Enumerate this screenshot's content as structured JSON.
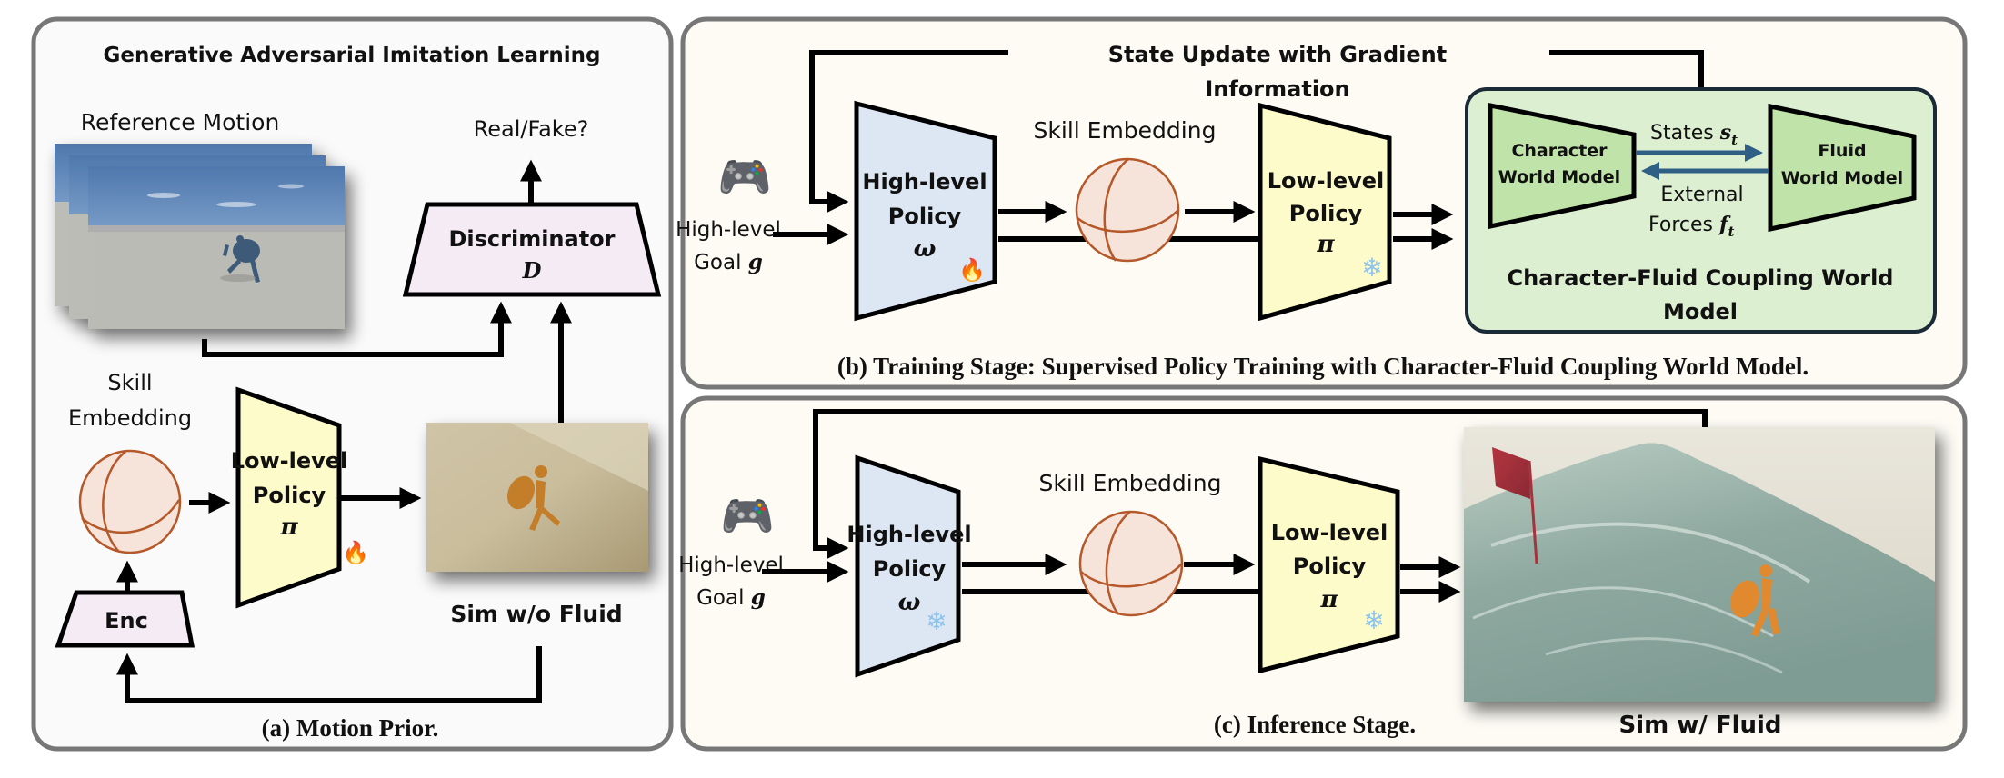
{
  "figure": {
    "panel_a": {
      "heading": "Generative Adversarial Imitation Learning",
      "reference_motion_label": "Reference Motion",
      "real_fake_label": "Real/Fake?",
      "discriminator": {
        "title": "Discriminator",
        "symbol": "D"
      },
      "skill_embedding_label_line1": "Skill",
      "skill_embedding_label_line2": "Embedding",
      "low_level_policy": {
        "line1": "Low-level",
        "line2": "Policy",
        "symbol": "π",
        "status_icon": "fire-icon"
      },
      "encoder_label": "Enc",
      "sim_label": "Sim w/o Fluid",
      "caption": "(a) Motion Prior."
    },
    "panel_b": {
      "feedback_label_line1": "State Update with Gradient",
      "feedback_label_line2": "Information",
      "goal_label_line1": "High-level",
      "goal_label_line2": "Goal",
      "goal_symbol": "g",
      "goal_icon": "gamepad-icon",
      "high_level_policy": {
        "line1": "High-level",
        "line2": "Policy",
        "symbol": "ω",
        "status_icon": "fire-icon"
      },
      "skill_embedding_label": "Skill Embedding",
      "low_level_policy": {
        "line1": "Low-level",
        "line2": "Policy",
        "symbol": "π",
        "status_icon": "snowflake-icon"
      },
      "world_model": {
        "character_line1": "Character",
        "character_line2": "World Model",
        "fluid_line1": "Fluid",
        "fluid_line2": "World Model",
        "states_label": "States",
        "states_symbol": "s",
        "states_sub": "t",
        "forces_label_line1": "External",
        "forces_label_line2": "Forces",
        "forces_symbol": "f",
        "forces_sub": "t",
        "title_line1": "Character-Fluid Coupling World",
        "title_line2": "Model"
      },
      "caption": "(b) Training Stage: Supervised Policy Training with Character-Fluid Coupling World Model."
    },
    "panel_c": {
      "goal_label_line1": "High-level",
      "goal_label_line2": "Goal",
      "goal_symbol": "g",
      "goal_icon": "gamepad-icon",
      "high_level_policy": {
        "line1": "High-level",
        "line2": "Policy",
        "symbol": "ω",
        "status_icon": "snowflake-icon"
      },
      "skill_embedding_label": "Skill Embedding",
      "low_level_policy": {
        "line1": "Low-level",
        "line2": "Policy",
        "symbol": "π",
        "status_icon": "snowflake-icon"
      },
      "sim_label": "Sim w/ Fluid",
      "caption": "(c) Inference Stage."
    },
    "icons": {
      "fire": "🔥",
      "snowflake": "❄",
      "gamepad": "🎮"
    },
    "colors": {
      "panel_border": "#777777",
      "panel_a_bg": "#fafafa",
      "panel_bc_bg": "#fdfbf4",
      "high_level_fill": "#dde7f4",
      "low_level_fill": "#fdfbc9",
      "discriminator_fill": "#f5ebf5",
      "encoder_fill": "#f5ebf5",
      "world_model_bg": "#ddefd1",
      "world_model_border": "#1a2a36",
      "world_model_block": "#bfe3a8",
      "coupling_arrow": "#2f5f85",
      "sphere_stroke": "#b5582a",
      "sphere_fill": "#f6e3da"
    }
  }
}
